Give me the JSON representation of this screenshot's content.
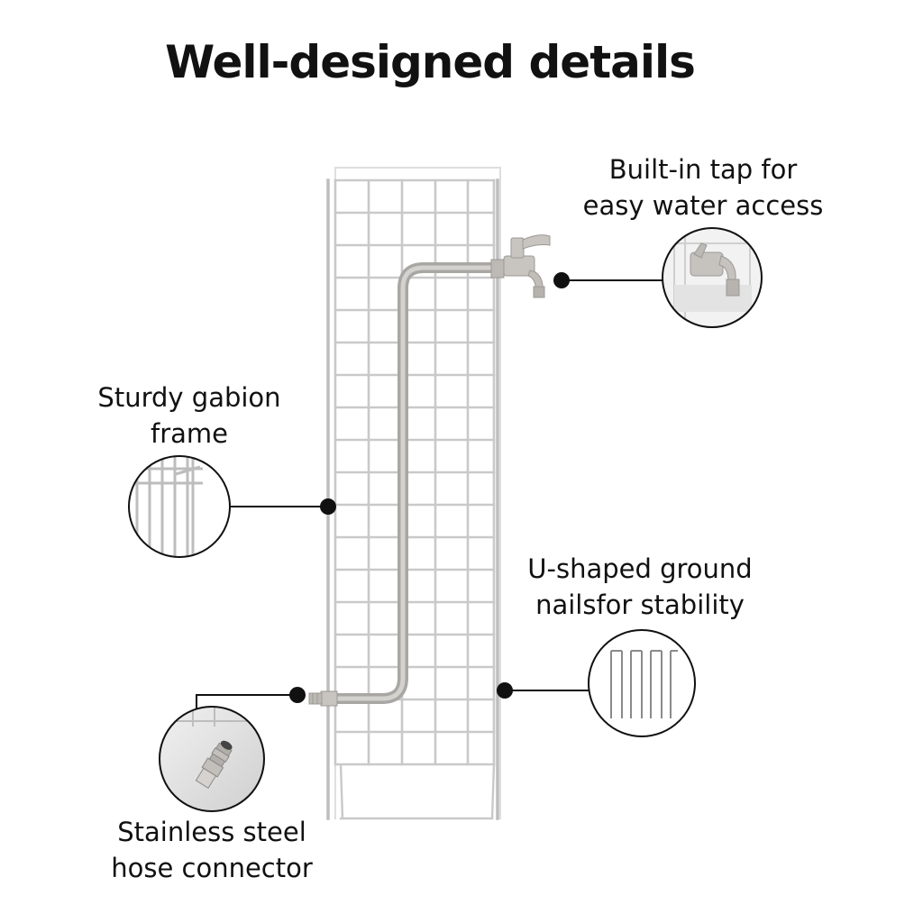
{
  "title": "Well-designed details",
  "callouts": {
    "tap": {
      "line1": "Built-in tap for",
      "line2": "easy water access",
      "icon": "tap-detail-image"
    },
    "frame": {
      "line1": "Sturdy gabion",
      "line2": "frame",
      "icon": "frame-detail-image"
    },
    "nails": {
      "line1": "U-shaped ground",
      "line2": "nailsfor stability",
      "icon": "ground-nails-detail-image"
    },
    "hose": {
      "line1": "Stainless steel",
      "line2": "hose connector",
      "icon": "hose-connector-detail-image"
    }
  },
  "colors": {
    "wire": "#c9c9c9",
    "pipe": "#b9b7b3",
    "leader": "#111111",
    "text": "#111111"
  }
}
